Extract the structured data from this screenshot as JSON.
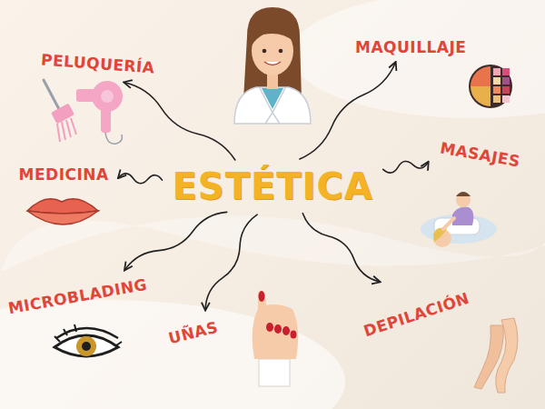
{
  "diagram": {
    "nodes": [
      {
        "text": [
          "ESTÉTICA"
        ]
      },
      {
        "text": [
          "PELUQUERÍA"
        ]
      },
      {
        "text": [
          "MAQUILLAJE"
        ]
      },
      {
        "text": [
          "MEDICINA"
        ]
      },
      {
        "text": [
          "MASAJES"
        ]
      },
      {
        "text": [
          "MICROBLADING"
        ]
      },
      {
        "text": [
          "UÑAS"
        ]
      },
      {
        "text": [
          "DEPILACIÓN"
        ]
      }
    ],
    "edges": [
      {
        "from": 0,
        "to": 1,
        "arrow": "to"
      },
      {
        "from": 0,
        "to": 2,
        "arrow": "to"
      },
      {
        "from": 0,
        "to": 3,
        "arrow": "to"
      },
      {
        "from": 0,
        "to": 4,
        "arrow": "to"
      },
      {
        "from": 0,
        "to": 5,
        "arrow": "to"
      },
      {
        "from": 0,
        "to": 6,
        "arrow": "to"
      },
      {
        "from": 0,
        "to": 7,
        "arrow": "to"
      }
    ]
  }
}
